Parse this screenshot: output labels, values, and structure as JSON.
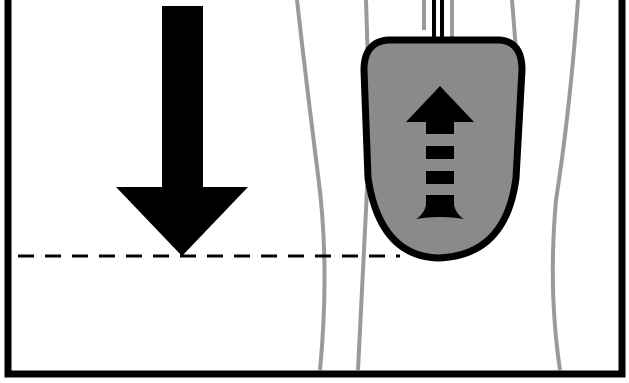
{
  "diagram": {
    "colors": {
      "background": "#ffffff",
      "outline": "#000000",
      "leg_line": "#9a9a9a",
      "device_fill": "#8a8a8a",
      "arrow_fill": "#000000"
    },
    "parts": {
      "container": "container-outline",
      "guide": "depth-marker-dashed-line",
      "down_arrow": "down-arrow-icon",
      "device": "probe-device",
      "up_arrow": "up-arrow-icon",
      "legs": "support-legs"
    }
  }
}
